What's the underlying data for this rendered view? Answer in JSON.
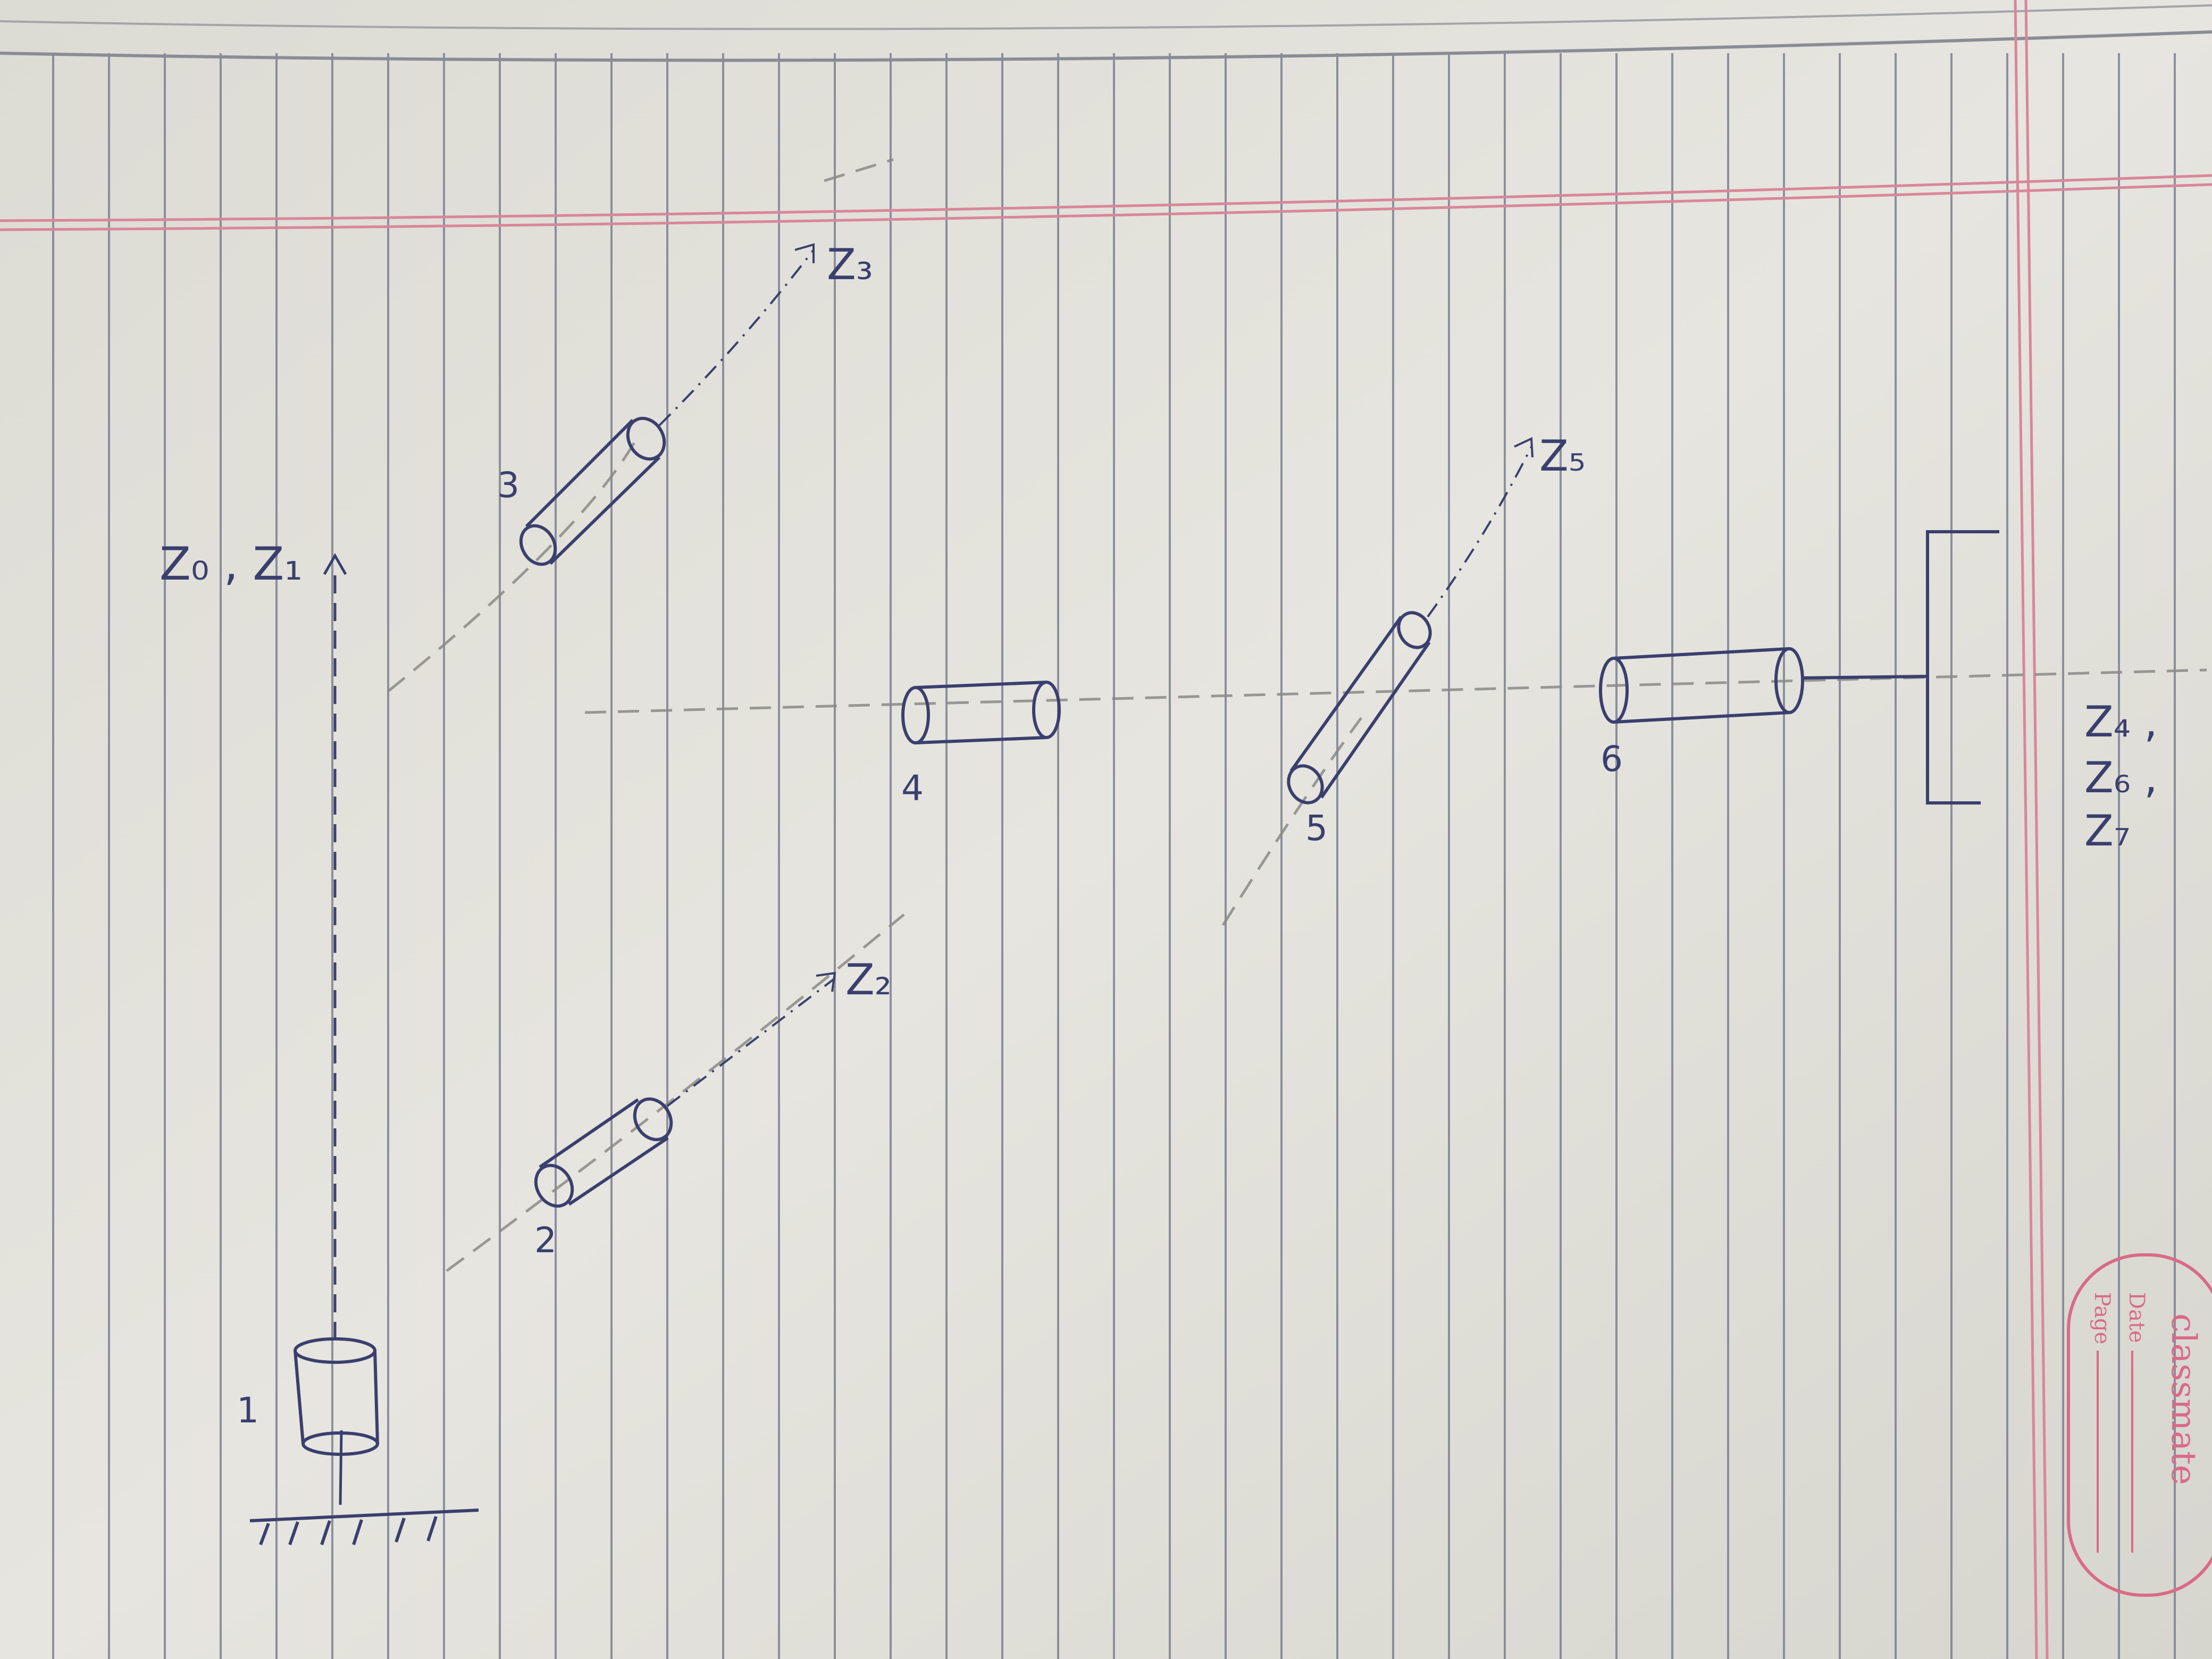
{
  "joints": {
    "j1": "1",
    "j2": "2",
    "j3": "3",
    "j4": "4",
    "j5": "5",
    "j6": "6"
  },
  "axes": {
    "z0_z1": "Z₀ , Z₁",
    "z2": "Z₂",
    "z3": "Z₃",
    "z5": "Z₅",
    "z4": "Z₄ ,",
    "z6": "Z₆ ,",
    "z7": "Z₇"
  },
  "stamp": {
    "brand": "classmate",
    "date_label": "Date",
    "page_label": "Page"
  },
  "colors": {
    "ink": "#3a3f6e",
    "paper": "#e3e2dc",
    "ruling": "#6f7388",
    "margin": "#d9869a",
    "pencil": "#8a8a86"
  }
}
